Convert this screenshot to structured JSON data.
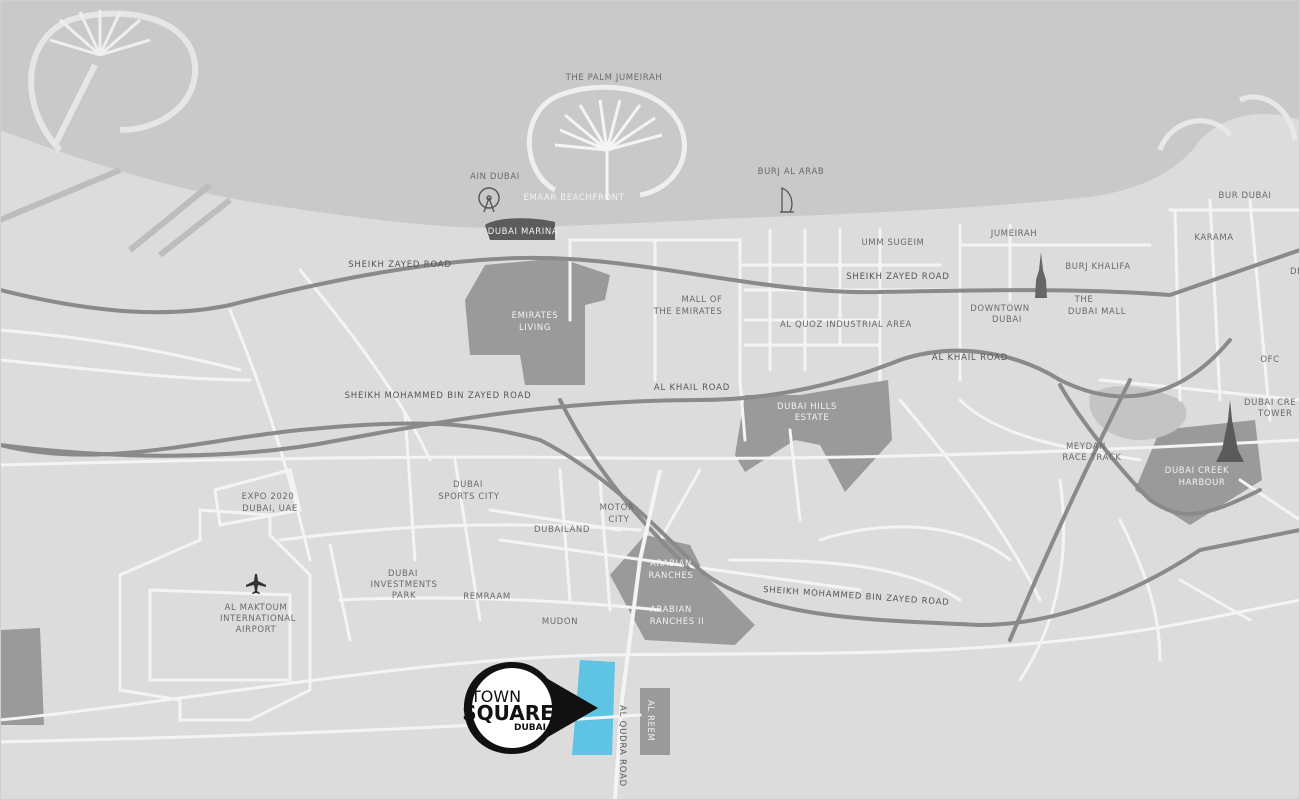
{
  "colors": {
    "sea": "#c9c9c9",
    "land": "#dcdcdc",
    "minor_road": "#f4f4f4",
    "highway": "#8a8a8a",
    "district_fill": "#9a9a9a",
    "district_dark": "#5c5c5c",
    "target_plot": "#5fc3e4"
  },
  "landmarks": {
    "palm_jumeirah": "THE PALM JUMEIRAH",
    "ain_dubai": "AIN DUBAI",
    "emaar_beachfront": "EMAAR BEACHFRONT",
    "dubai_marina": "DUBAI MARINA",
    "burj_al_arab": "BURJ AL ARAB",
    "bur_dubai": "BUR DUBAI",
    "karama": "KARAMA",
    "umm_sugeim": "UMM SUGEIM",
    "jumeirah": "JUMEIRAH",
    "burj_khalifa": "BURJ KHALIFA",
    "downtown_dubai": [
      "DOWNTOWN",
      "DUBAI"
    ],
    "dubai_mall": [
      "THE",
      "DUBAI MALL"
    ],
    "mall_of_emirates": [
      "MALL OF",
      "THE EMIRATES"
    ],
    "al_quoz": "AL QUOZ INDUSTRIAL AREA",
    "emirates_living": [
      "EMIRATES",
      "LIVING"
    ],
    "dubai_hills": [
      "DUBAI HILLS",
      "ESTATE"
    ],
    "meydan": [
      "MEYDAN",
      "RACE TRACK"
    ],
    "dubai_creek_harbour": [
      "DUBAI CREEK",
      "HARBOUR"
    ],
    "dubai_creek_tower": [
      "DUBAI CRE",
      "TOWER"
    ],
    "ofc": "OFC",
    "de": "DE",
    "expo": [
      "EXPO 2020",
      "DUBAI, UAE"
    ],
    "dubai_sports_city": [
      "DUBAI",
      "SPORTS CITY"
    ],
    "motor_city": [
      "MOTOR",
      "CITY"
    ],
    "dubailand": "DUBAILAND",
    "arabian_ranches": [
      "ARABIAN",
      "RANCHES"
    ],
    "arabian_ranches_2": [
      "ARABIAN",
      "RANCHES II"
    ],
    "dubai_investments_park": [
      "DUBAI",
      "INVESTMENTS",
      "PARK"
    ],
    "remraam": "REMRAAM",
    "mudon": "MUDON",
    "al_maktoum_airport": [
      "AL MAKTOUM",
      "INTERNATIONAL",
      "AIRPORT"
    ],
    "al_reem": "AL REEM"
  },
  "roads": {
    "sheikh_zayed_west": "SHEIKH ZAYED ROAD",
    "sheikh_zayed_east": "SHEIKH ZAYED ROAD",
    "sheikh_mohammed_west": "SHEIKH MOHAMMED BIN ZAYED ROAD",
    "sheikh_mohammed_east": "SHEIKH MOHAMMED BIN ZAYED ROAD",
    "al_khail_west": "AL KHAIL ROAD",
    "al_khail_east": "AL KHAIL ROAD",
    "al_qudra": "AL QUDRA ROAD"
  },
  "logo": {
    "line1": "TOWN",
    "line2": "SQUARE",
    "line3": "DUBAI"
  },
  "icons": {
    "airport": "airplane-icon",
    "ferris_wheel": "ferris-wheel-icon",
    "burj_al_arab": "sail-tower-icon",
    "burj_khalifa": "spire-tower-icon",
    "creek_tower": "spire-tower-icon"
  }
}
